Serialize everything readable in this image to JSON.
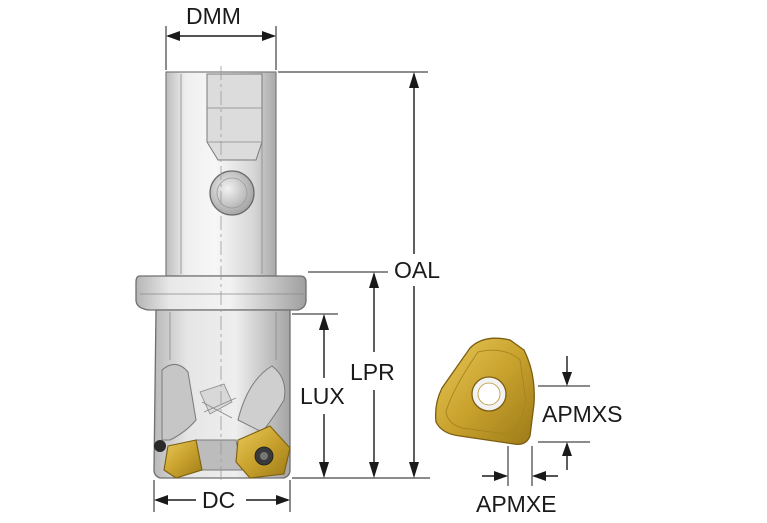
{
  "labels": {
    "dmm": "DMM",
    "oal": "OAL",
    "lpr": "LPR",
    "lux": "LUX",
    "dc": "DC",
    "apmxs": "APMXS",
    "apmxe": "APMXE"
  },
  "colors": {
    "steel_light": "#e9e9e9",
    "steel_mid": "#c9c9c9",
    "steel_dark": "#9e9e9e",
    "insert_gold": "#c9a22d",
    "insert_dark": "#8c6a12",
    "line": "#1a1a1a"
  }
}
